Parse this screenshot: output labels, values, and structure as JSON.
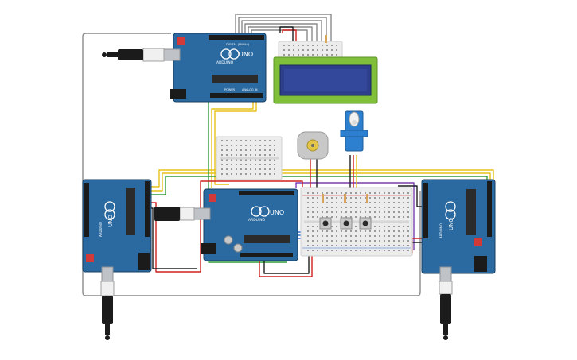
{
  "colors": {
    "board": "#2a6aa1",
    "board_dark": "#1d4f7c",
    "board_edge": "#173f63",
    "header": "#1b1b1b",
    "chip": "#2b2b2b",
    "metal": "#bfc3c7",
    "breadboard": "#ececec",
    "breadboard_hole": "#9a9a9a",
    "lcd_pcb": "#7fbf3a",
    "lcd_screen": "#2d3f8a",
    "wire_red": "#d02020",
    "wire_black": "#202020",
    "wire_gray": "#8a8a8a",
    "wire_yellow": "#e6c21a",
    "wire_green": "#2f9c3a",
    "wire_blue": "#2f6fd6",
    "wire_purple": "#7a3fb0",
    "servo": "#2d7fd0",
    "motor": "#c8c8c8"
  },
  "board_texts": {
    "uno": "UNO",
    "brand": "ARDUINO",
    "digital": "DIGITAL (PWM~)",
    "power": "POWER",
    "analog": "ANALOG IN"
  },
  "components": [
    {
      "name": "arduino-uno-top",
      "icon": "arduino-board-icon"
    },
    {
      "name": "arduino-uno-left",
      "icon": "arduino-board-icon"
    },
    {
      "name": "arduino-uno-center",
      "icon": "arduino-board-icon"
    },
    {
      "name": "arduino-uno-right",
      "icon": "arduino-board-icon"
    },
    {
      "name": "lcd-16x2",
      "icon": "lcd-display-icon"
    },
    {
      "name": "dc-motor",
      "icon": "motor-icon"
    },
    {
      "name": "micro-servo",
      "icon": "servo-icon"
    },
    {
      "name": "breadboard-top",
      "icon": "breadboard-icon"
    },
    {
      "name": "breadboard-middle",
      "icon": "breadboard-icon"
    },
    {
      "name": "breadboard-right",
      "icon": "breadboard-icon"
    },
    {
      "name": "pushbuttons",
      "icon": "pushbutton-icon"
    },
    {
      "name": "usb-cables",
      "icon": "usb-plug-icon"
    }
  ]
}
